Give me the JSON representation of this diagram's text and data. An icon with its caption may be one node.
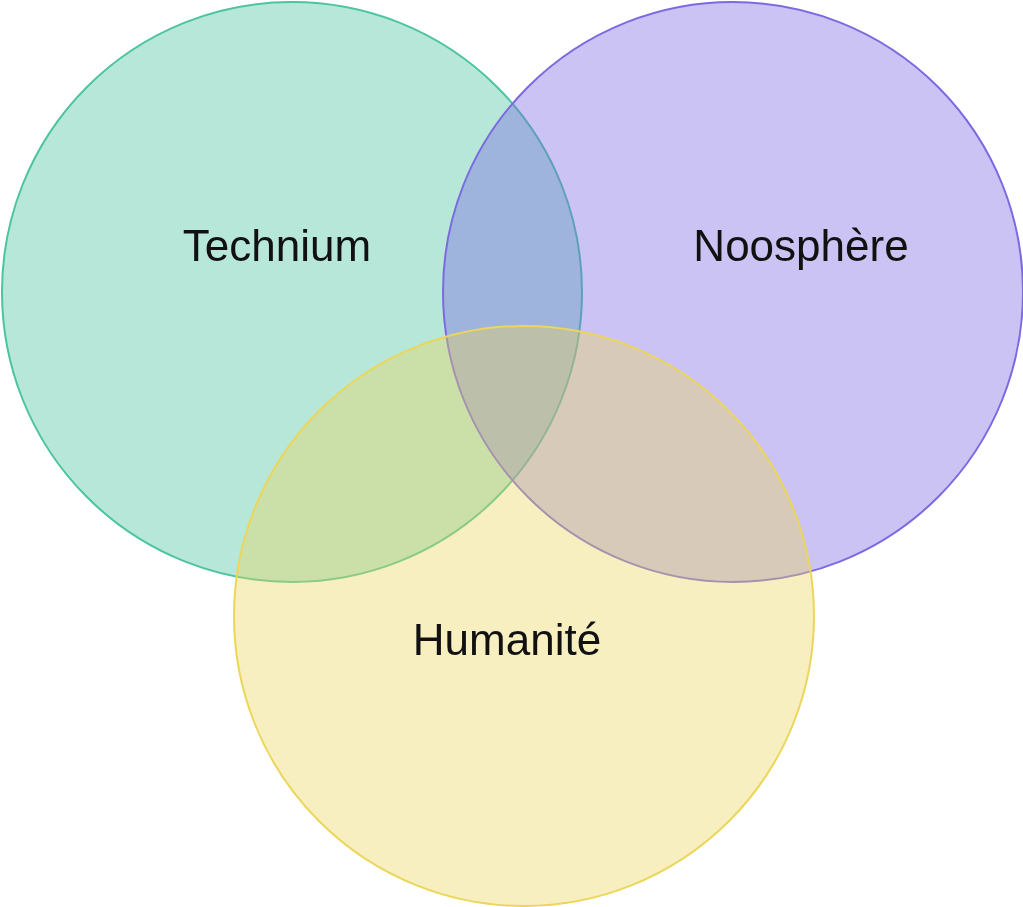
{
  "diagram": {
    "nodes": [
      {
        "text": [
          "Technium"
        ]
      },
      {
        "text": [
          "Noosphère"
        ]
      },
      {
        "text": [
          "Humanité"
        ]
      }
    ]
  }
}
